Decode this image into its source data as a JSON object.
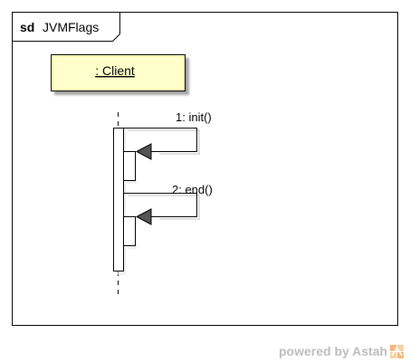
{
  "frame": {
    "keyword": "sd",
    "name": "JVMFlags"
  },
  "lifeline": {
    "label": ": Client"
  },
  "messages": [
    {
      "label": "1: init()"
    },
    {
      "label": "2: end()"
    }
  ],
  "watermark": {
    "text": "powered by Astah",
    "logo_icon": "astah-logo-icon"
  },
  "colors": {
    "lifeline_fill": "#ffffcc",
    "line": "#000000",
    "arrowhead": "#666666",
    "watermark_text": "#bdbdbd",
    "watermark_logo": "#f5b97a"
  }
}
